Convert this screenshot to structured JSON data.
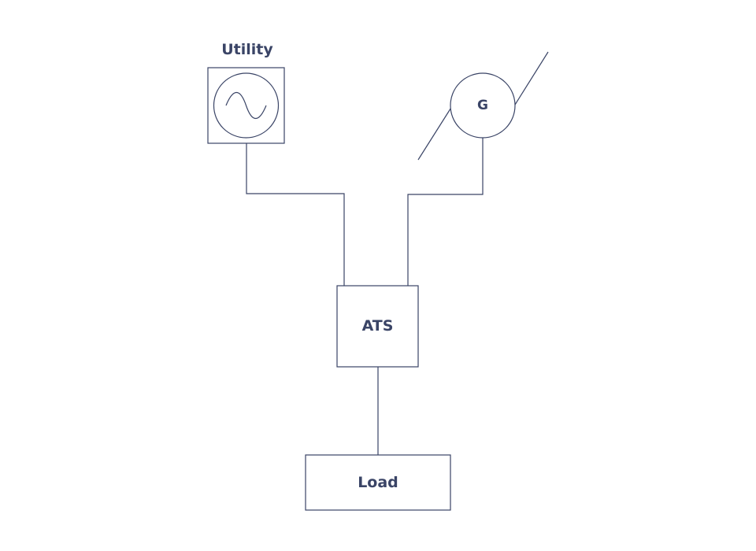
{
  "diagram": {
    "utility_label": "Utility",
    "generator_label": "G",
    "ats_label": "ATS",
    "load_label": "Load"
  },
  "colors": {
    "stroke": "#3a4466",
    "background": "#ffffff"
  },
  "icons": {
    "utility_source": "ac-sine-wave-icon",
    "generator": "generator-circle-icon"
  }
}
